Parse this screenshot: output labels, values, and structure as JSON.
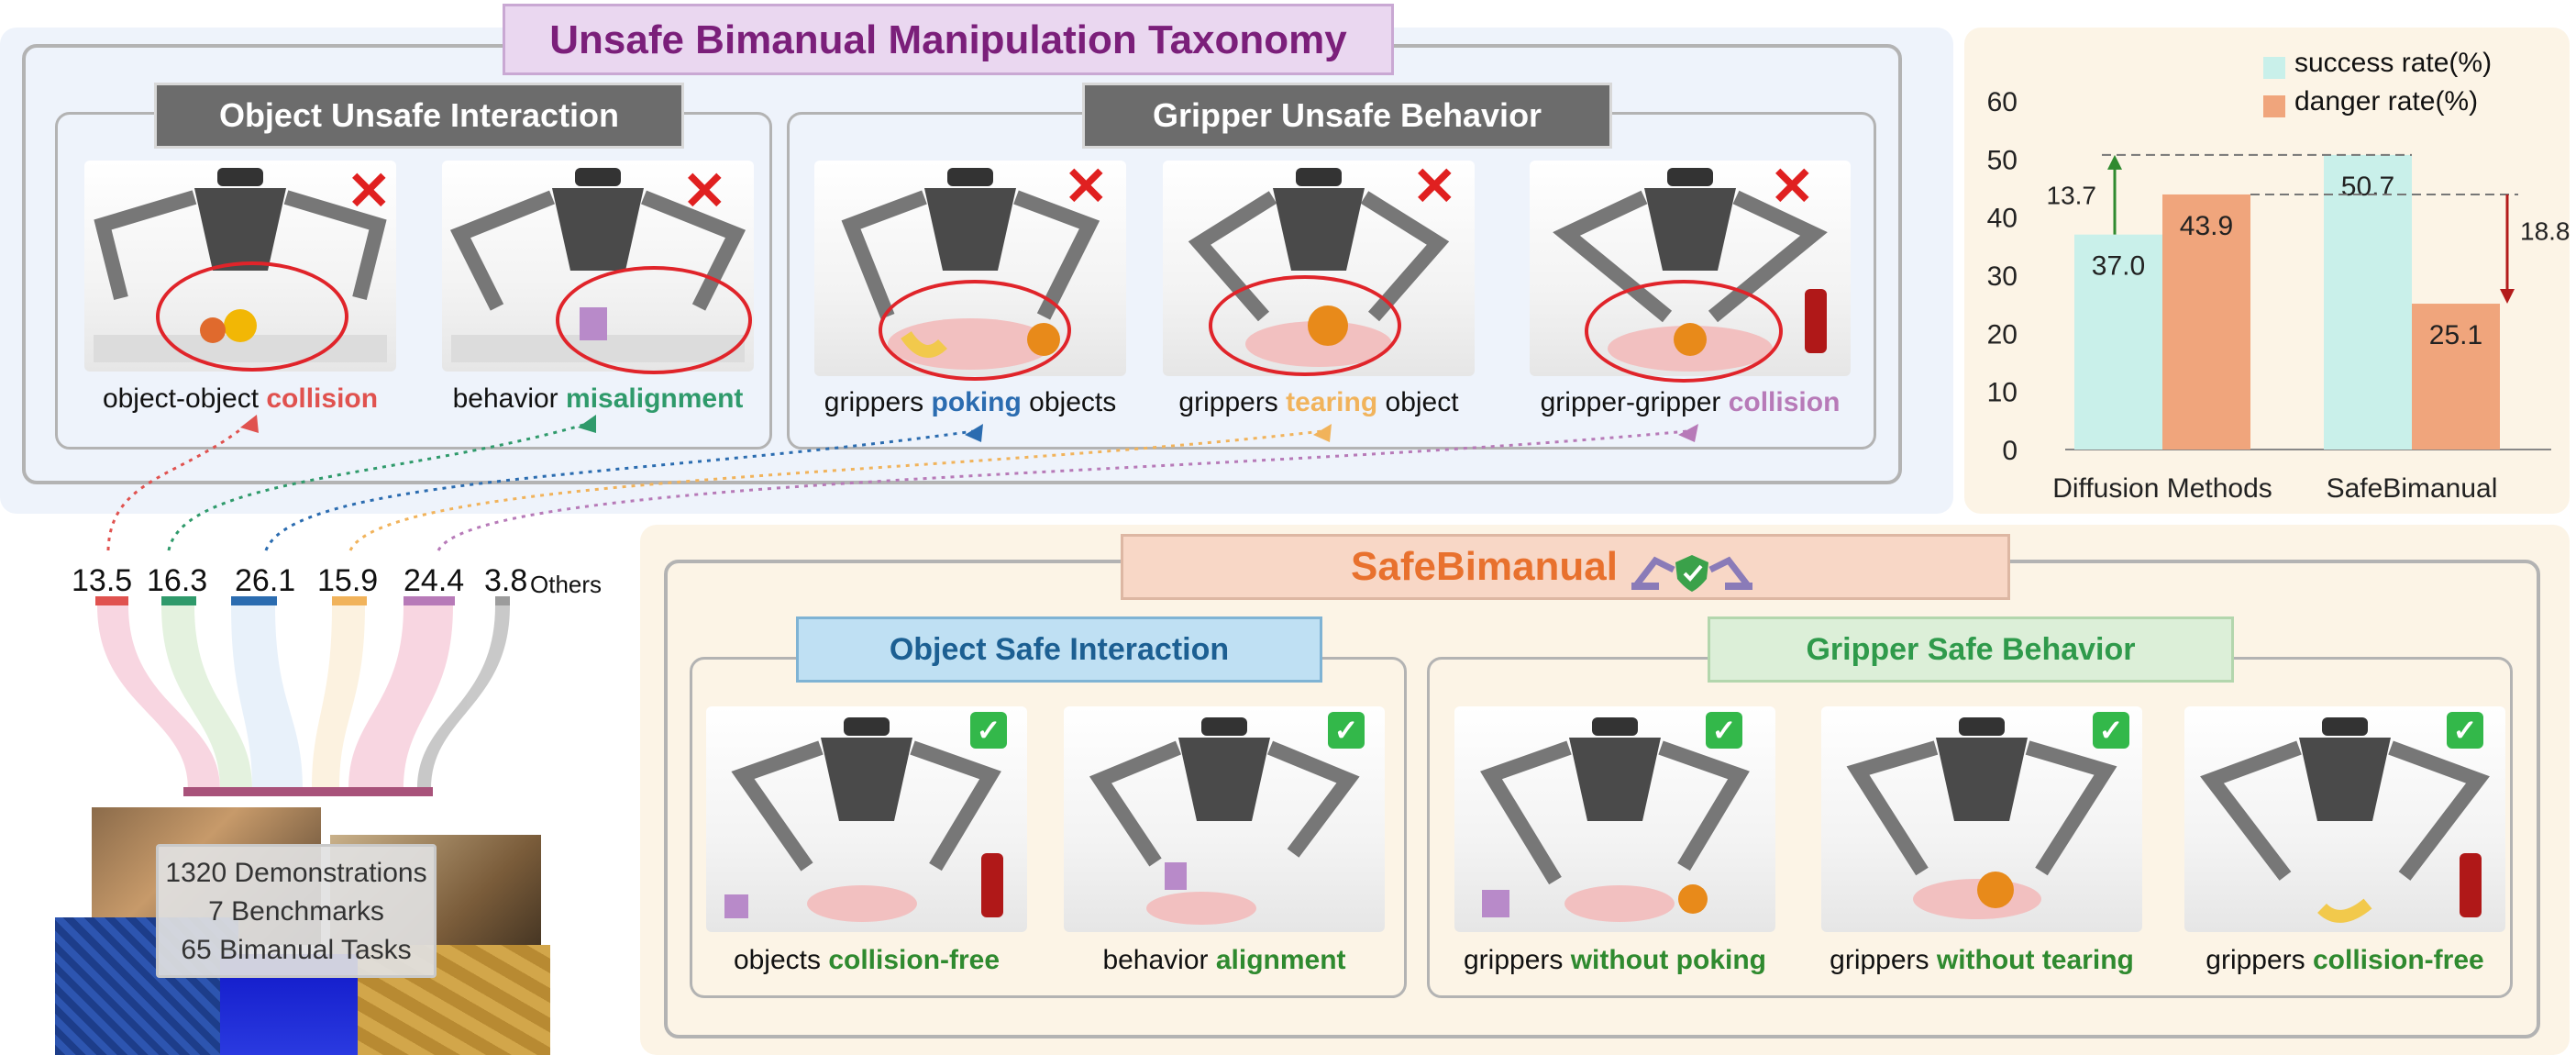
{
  "taxonomy": {
    "title": "Unsafe Bimanual Manipulation Taxonomy",
    "object_group_title": "Object Unsafe Interaction",
    "gripper_group_title": "Gripper Unsafe Behavior",
    "captions": [
      {
        "prefix": "object-object ",
        "highlight": "collision",
        "suffix": "",
        "color": "#e0524f"
      },
      {
        "prefix": "behavior ",
        "highlight": "misalignment",
        "suffix": "",
        "color": "#2f9a6b"
      },
      {
        "prefix": "grippers ",
        "highlight": "poking",
        "suffix": " objects",
        "color": "#2b6cb0"
      },
      {
        "prefix": "grippers ",
        "highlight": "tearing",
        "suffix": " object",
        "color": "#f1b35b"
      },
      {
        "prefix": "gripper-gripper ",
        "highlight": "collision",
        "suffix": "",
        "color": "#b77ab8"
      }
    ],
    "x_mark": "✕"
  },
  "distribution": {
    "values": [
      "13.5",
      "16.3",
      "26.1",
      "15.9",
      "24.4",
      "3.8"
    ],
    "others_label": "Others",
    "colors": [
      "#e0524f",
      "#2f9a6b",
      "#2b6cb0",
      "#f1b35b",
      "#b77ab8",
      "#9c9c9c"
    ],
    "dataset": {
      "line1": "1320 Demonstrations",
      "line2": "7 Benchmarks",
      "line3": "65 Bimanual Tasks"
    }
  },
  "safe": {
    "title": "SafeBimanual",
    "object_group_title": "Object Safe Interaction",
    "gripper_group_title": "Gripper Safe Behavior",
    "captions": [
      {
        "prefix": "objects ",
        "highlight": "collision-free"
      },
      {
        "prefix": "behavior ",
        "highlight": "alignment"
      },
      {
        "prefix": "grippers ",
        "highlight": "without poking"
      },
      {
        "prefix": "grippers ",
        "highlight": "without tearing"
      },
      {
        "prefix": "grippers ",
        "highlight": "collision-free"
      }
    ],
    "check_mark": "✓"
  },
  "chart_data": {
    "type": "bar",
    "categories": [
      "Diffusion Methods",
      "SafeBimanual"
    ],
    "series": [
      {
        "name": "success rate(%)",
        "values": [
          37.0,
          50.7
        ],
        "color": "#c9f0ea"
      },
      {
        "name": "danger rate(%)",
        "values": [
          43.9,
          25.1
        ],
        "color": "#f0a57c"
      }
    ],
    "value_labels": [
      [
        "37.0",
        "50.7"
      ],
      [
        "43.9",
        "25.1"
      ]
    ],
    "ylim": [
      0,
      60
    ],
    "yticks": [
      "0",
      "10",
      "20",
      "30",
      "40",
      "50",
      "60"
    ],
    "annotations": {
      "up_delta": "13.7",
      "down_delta": "18.8"
    },
    "legend_position": "top-right"
  }
}
